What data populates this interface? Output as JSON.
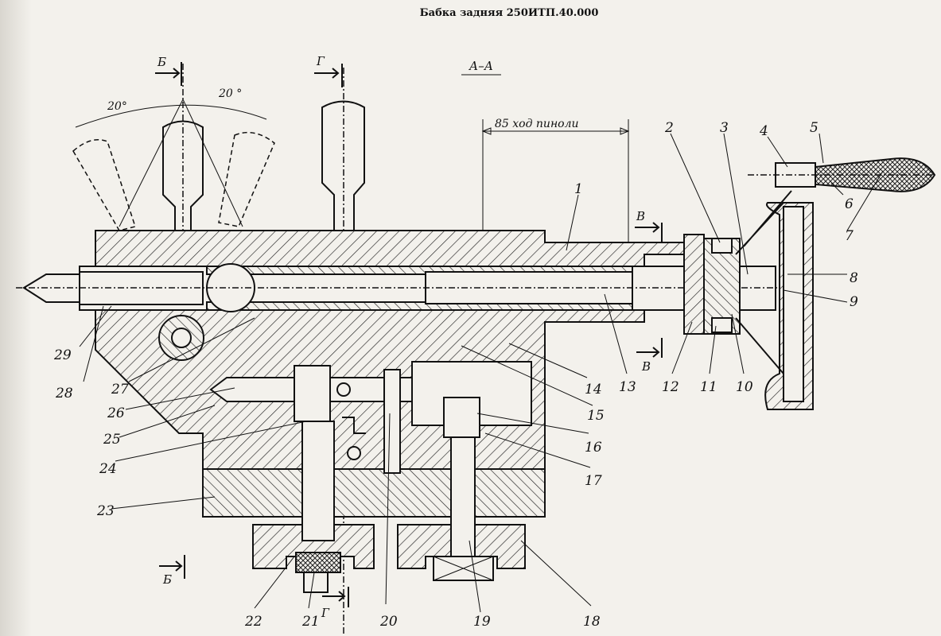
{
  "title": "Бабка задняя 250ИТП.40.000",
  "section_label": "А–А",
  "stroke_note": "85 ход пиноли",
  "angles": [
    "20°",
    "20 °"
  ],
  "section_marks": {
    "b_top": "Б",
    "g_top": "Г",
    "v_top": "В",
    "v_bottom": "В",
    "b_bottom": "Б",
    "g_bottom": "Г"
  },
  "callouts": [
    "1",
    "2",
    "3",
    "4",
    "5",
    "6",
    "7",
    "8",
    "9",
    "10",
    "11",
    "12",
    "13",
    "14",
    "15",
    "16",
    "17",
    "18",
    "19",
    "20",
    "21",
    "22",
    "23",
    "24",
    "25",
    "26",
    "27",
    "28",
    "29"
  ]
}
